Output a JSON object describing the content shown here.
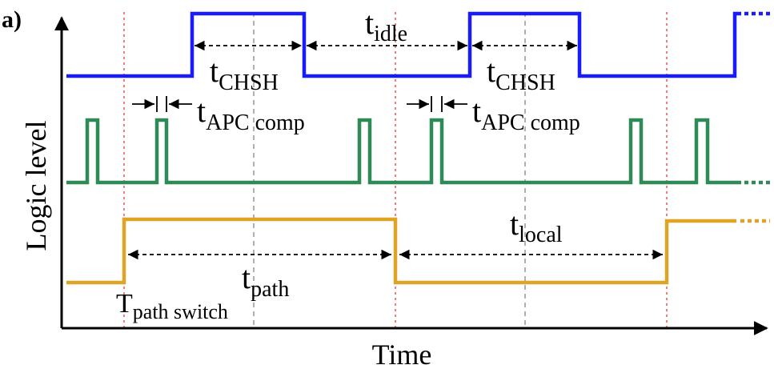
{
  "panel_label": "a)",
  "axes": {
    "ylabel": "Logic level",
    "xlabel": "Time"
  },
  "colors": {
    "chsh": "#1a1aff",
    "apc": "#2e8b57",
    "path": "#e0a424",
    "marker_red": "#f08080",
    "marker_gray": "#b0b0b0"
  },
  "labels": {
    "t_chsh_1": {
      "main": "t",
      "sub": "CHSH"
    },
    "t_idle": {
      "main": "t",
      "sub": "idle"
    },
    "t_chsh_2": {
      "main": "t",
      "sub": "CHSH"
    },
    "t_apc_1": {
      "main": "t",
      "sub": "APC comp"
    },
    "t_apc_2": {
      "main": "t",
      "sub": "APC comp"
    },
    "t_local": {
      "main": "t",
      "sub": "local"
    },
    "t_path": {
      "main": "t",
      "sub": "path"
    },
    "t_path_switch": {
      "main": "T",
      "sub": "path switch"
    }
  }
}
